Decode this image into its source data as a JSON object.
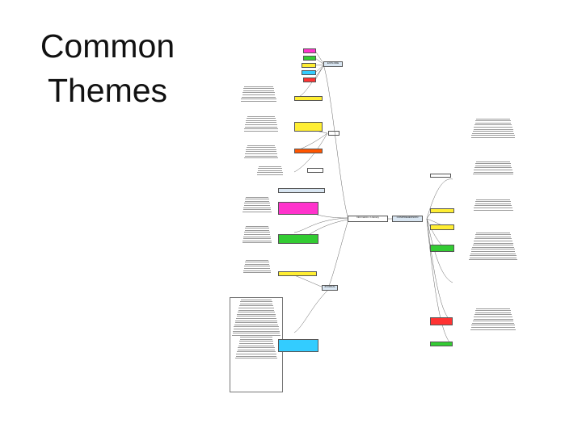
{
  "slide": {
    "title_line1": "Common",
    "title_line2": "Themes"
  },
  "mindmap": {
    "center": {
      "text": "Informatics • Literacy",
      "color": "#ffffff"
    },
    "hubs": {
      "explore": {
        "text": "EXPLORE",
        "color": "#d9e6f2"
      },
      "comprehension": {
        "text": "COMPREHENSION",
        "color": "#d9e6f2"
      },
      "journal": {
        "text": "JOURNAL",
        "color": "#d9e6f2"
      }
    },
    "top_nodes": [
      {
        "text": "",
        "color": "#ff33cc"
      },
      {
        "text": "",
        "color": "#33cc33"
      },
      {
        "text": "",
        "color": "#ffee33"
      },
      {
        "text": "",
        "color": "#33ccff"
      },
      {
        "text": "",
        "color": "#ff3333"
      }
    ],
    "left_nodes": [
      {
        "text": "",
        "color": "#ffee33"
      },
      {
        "text": "",
        "color": "#ffee33"
      },
      {
        "text": "",
        "color": "#ff5500"
      },
      {
        "text": "",
        "color": "#d9e6f2"
      },
      {
        "text": "",
        "color": "#ff33cc"
      },
      {
        "text": "",
        "color": "#33cc33"
      },
      {
        "text": "",
        "color": "#ffee33"
      },
      {
        "text": "",
        "color": "#33ccff"
      }
    ],
    "right_nodes": [
      {
        "text": "",
        "color": "#ffee33"
      },
      {
        "text": "",
        "color": "#ffee33"
      },
      {
        "text": "",
        "color": "#33cc33"
      },
      {
        "text": "",
        "color": "#ff3333"
      },
      {
        "text": "",
        "color": "#33cc33"
      }
    ]
  }
}
